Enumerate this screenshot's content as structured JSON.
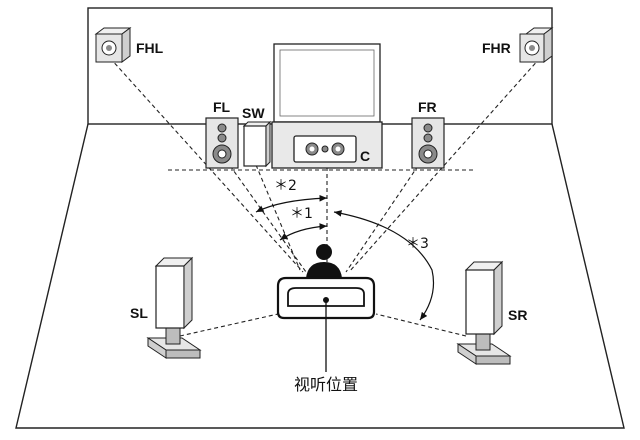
{
  "labels": {
    "fhl": "FHL",
    "fhr": "FHR",
    "fl": "FL",
    "sw": "SW",
    "fr": "FR",
    "c": "C",
    "sl": "SL",
    "sr": "SR"
  },
  "angles": {
    "a1": "＊1",
    "a2": "＊2",
    "a3": "＊3"
  },
  "caption": "视听位置",
  "colors": {
    "line": "#222222",
    "speaker_fill": "#e6e6e6",
    "speaker_dark": "#8a8a8a"
  }
}
